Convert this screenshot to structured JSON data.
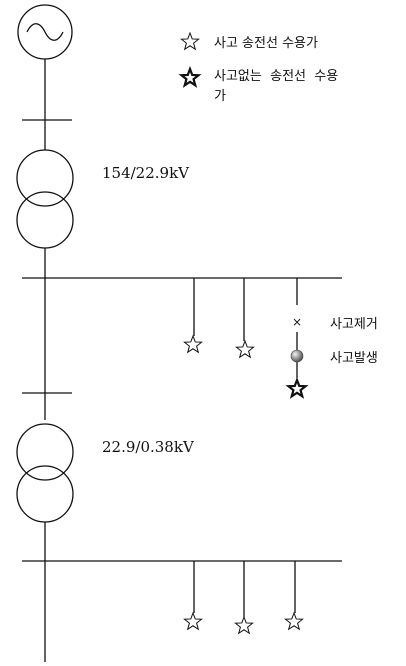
{
  "legend": {
    "outline_star_label": "사고 송전선 수용가",
    "bold_star_label_line1": "사고없는  송전선  수용",
    "bold_star_label_line2": "가"
  },
  "transformers": {
    "upper_rating": "154/22.9kV",
    "lower_rating": "22.9/0.38kV"
  },
  "fault": {
    "cleared_marker": "×",
    "cleared_label": "사고제거",
    "occurred_label": "사고발생"
  },
  "colors": {
    "line": "#111111",
    "fault_ball": "#8a8a8a"
  }
}
